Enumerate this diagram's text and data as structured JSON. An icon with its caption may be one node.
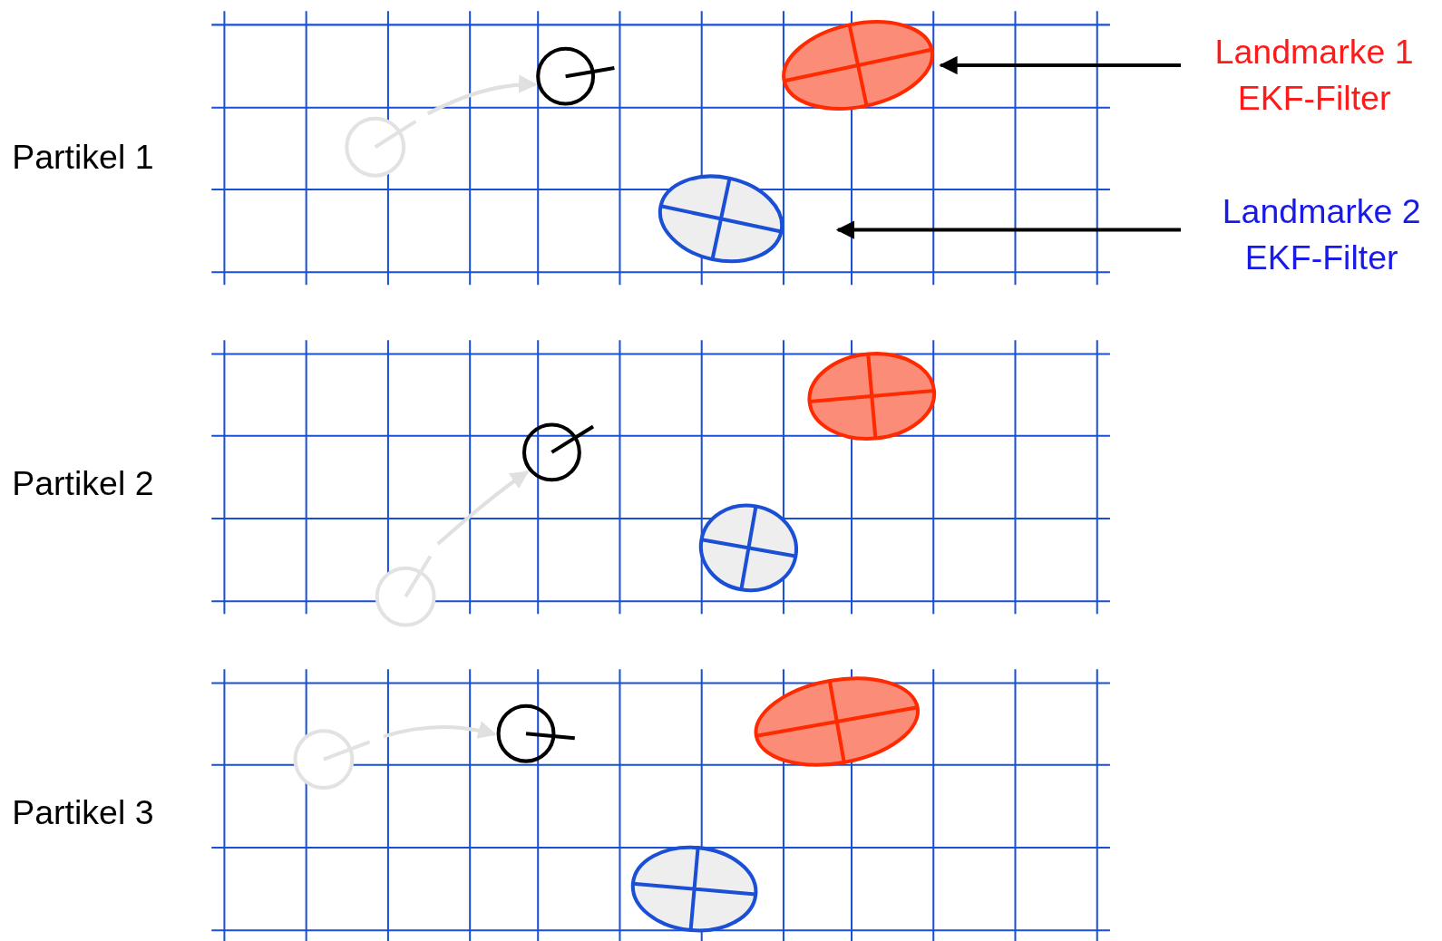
{
  "diagram": {
    "nodes": [
      {
        "text": [
          "Landmarke 1 EKF-Filter"
        ]
      },
      {
        "text": [
          "Landmarke 2 EKF-Filter"
        ]
      },
      {
        "text": [],
        "shape": "ellipse"
      },
      {
        "text": [],
        "shape": "ellipse"
      },
      {
        "text": [],
        "shape": "circle"
      },
      {
        "text": [],
        "shape": "circle"
      },
      {
        "text": [],
        "shape": "ellipse"
      },
      {
        "text": [],
        "shape": "ellipse"
      },
      {
        "text": [],
        "shape": "circle"
      },
      {
        "text": [],
        "shape": "circle"
      },
      {
        "text": [],
        "shape": "ellipse"
      },
      {
        "text": [],
        "shape": "ellipse"
      },
      {
        "text": [],
        "shape": "circle"
      },
      {
        "text": [],
        "shape": "circle"
      }
    ],
    "edges": [
      {
        "from": 0,
        "to": 2,
        "arrow": "to",
        "color": "#000000"
      },
      {
        "from": 1,
        "to": 3,
        "arrow": "to",
        "color": "#000000"
      },
      {
        "from": 4,
        "to": 5,
        "arrow": "to"
      },
      {
        "from": 8,
        "to": 9,
        "arrow": "to"
      },
      {
        "from": 12,
        "to": 13,
        "arrow": "to"
      }
    ],
    "labels": [
      "Partikel 1",
      "Partikel 2",
      "Partikel 3"
    ]
  }
}
